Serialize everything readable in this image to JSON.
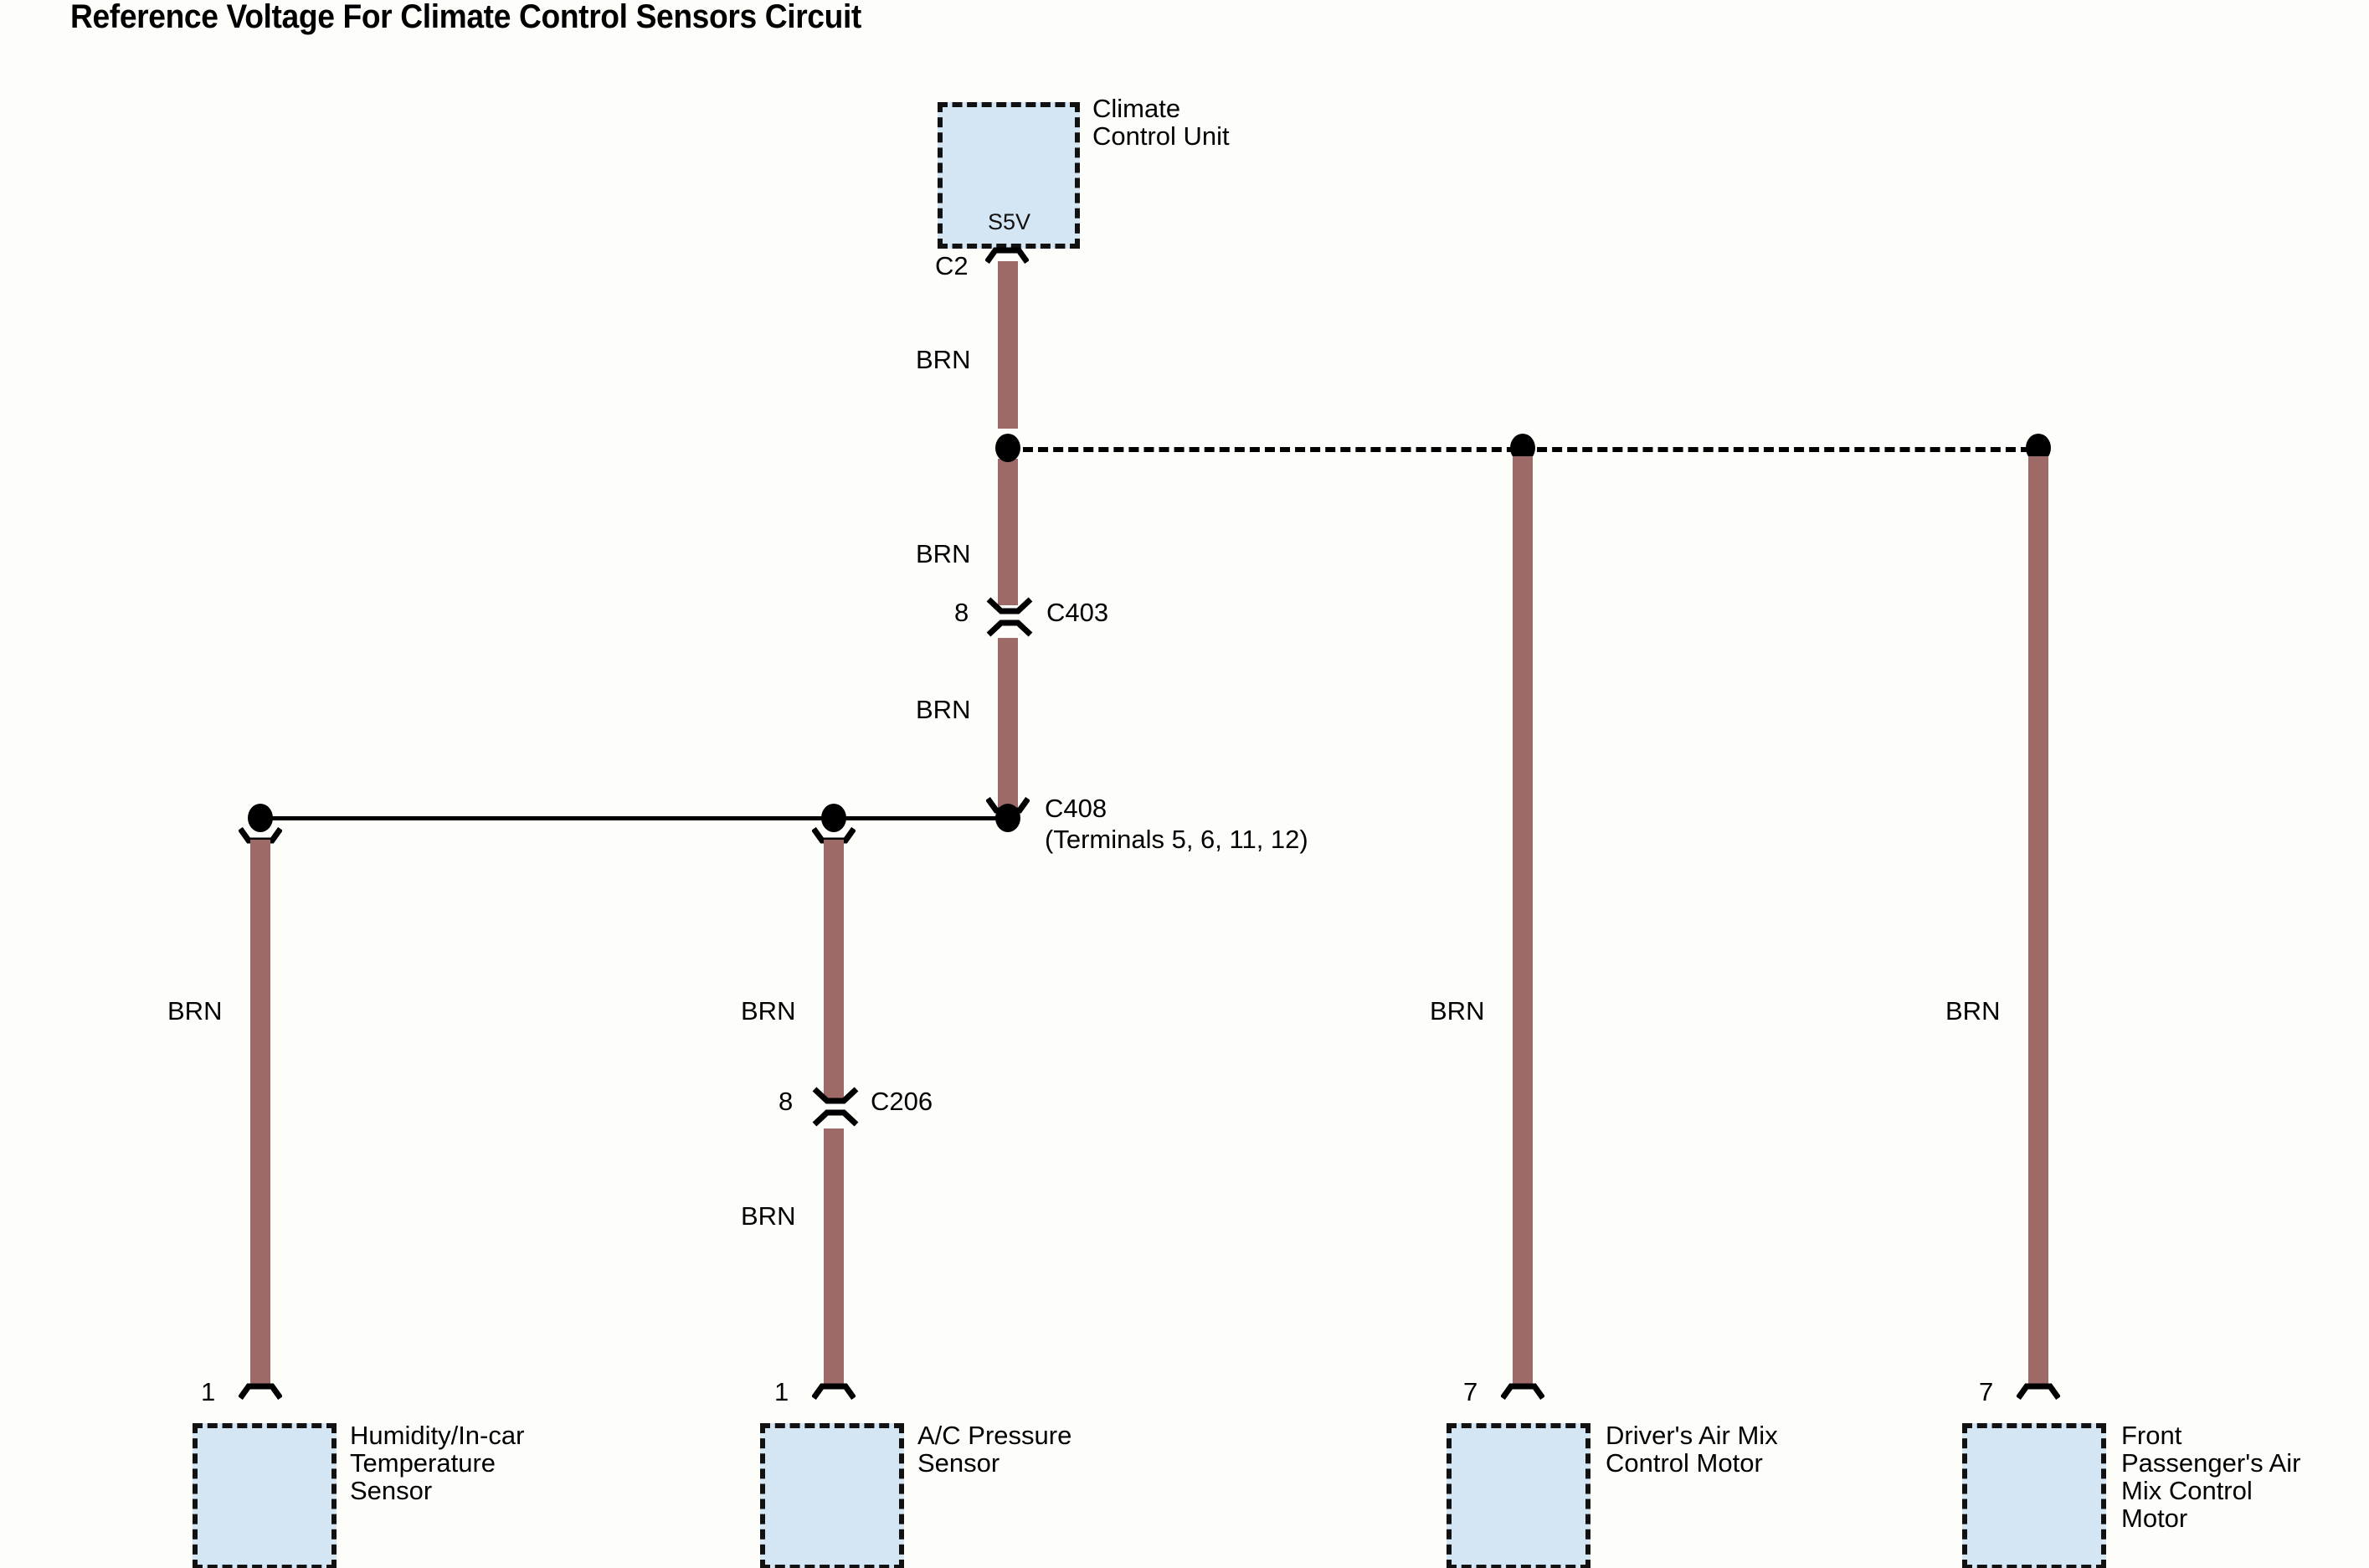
{
  "title": "Reference Voltage For Climate Control Sensors Circuit",
  "colors": {
    "wire_brn": "#9d6a68",
    "box_fill": "#d4e5f4",
    "box_border": "#111111",
    "line": "#000000",
    "background": "#fdfdfa"
  },
  "components": {
    "climate_control_unit": {
      "name": "Climate\nControl Unit",
      "terminal_label": "S5V",
      "connector": "C2"
    },
    "humidity_sensor": {
      "name": "Humidity/In-car\nTemperature\nSensor",
      "terminal": "1"
    },
    "ac_pressure_sensor": {
      "name": "A/C Pressure\nSensor",
      "terminal": "1"
    },
    "driver_air_mix_motor": {
      "name": "Driver's Air Mix\nControl Motor",
      "terminal": "7"
    },
    "passenger_air_mix_motor": {
      "name": "Front\nPassenger's Air\nMix Control\nMotor",
      "terminal": "7"
    }
  },
  "connectors": {
    "c403": {
      "id": "C403",
      "terminal": "8"
    },
    "c408": {
      "id": "C408",
      "terminals_note": "(Terminals 5, 6, 11, 12)"
    },
    "c206": {
      "id": "C206",
      "terminal": "8"
    }
  },
  "wire_labels": {
    "ccu_to_junction": "BRN",
    "junction_to_c403": "BRN",
    "c403_to_c408": "BRN",
    "humidity_branch": "BRN",
    "ac_pressure_upper": "BRN",
    "ac_pressure_lower": "BRN",
    "driver_motor_branch": "BRN",
    "passenger_motor_branch": "BRN"
  }
}
